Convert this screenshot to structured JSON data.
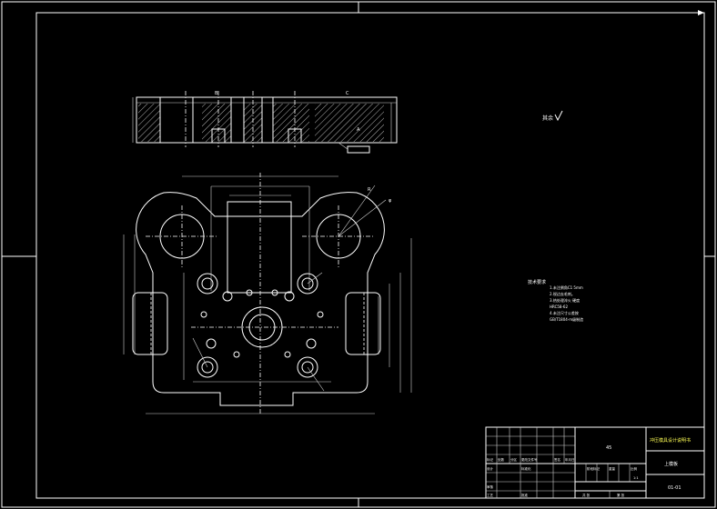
{
  "colors": {
    "background": "#000000",
    "line": "#ffffff",
    "accent": "#ffff55"
  },
  "annotations": {
    "surface_finish": "其余",
    "tech_req_title": "技术要求",
    "tech_req_lines": [
      "1.未注倒角C1 5mm",
      "2.锐边去毛刺。",
      "3.热处理淬火 硬度",
      "  HRC58-62",
      "4.未注尺寸公差按",
      "  GB/T1804-m级制造"
    ]
  },
  "title_block": {
    "design_title": "冲压模具设计说明书",
    "part_name": "上模板",
    "drawing_no": "01-01",
    "material": "45",
    "row_marks": [
      "标记",
      "处数",
      "分区",
      "更改文件号",
      "签名",
      "年月日"
    ],
    "row_labels": [
      "设计",
      "审核",
      "工艺"
    ],
    "row_values": [
      "标准化",
      "批准"
    ],
    "stage_labels": [
      "阶段标记",
      "重量",
      "比例"
    ],
    "scale": "1:1",
    "sheet": [
      "共 张",
      "第 张"
    ]
  },
  "dims": [
    "A",
    "B",
    "C",
    "φ",
    "R"
  ]
}
